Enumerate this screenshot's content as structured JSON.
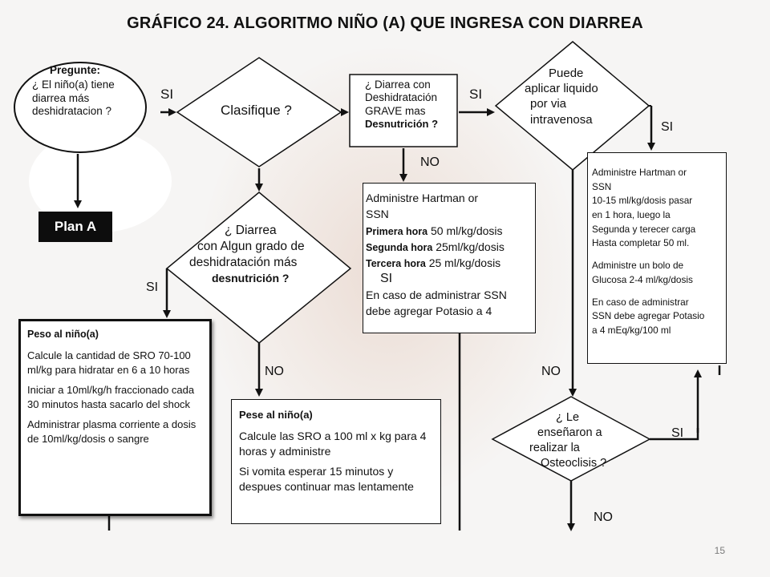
{
  "title": "GRÁFICO 24. ALGORITMO NIÑO (A) QUE INGRESA CON DIARREA",
  "start": {
    "heading": "Pregunte:",
    "lines": [
      "¿ El niño(a) tiene",
      "diarrea más",
      "deshidratacion ?"
    ]
  },
  "plan_a": "Plan A",
  "classify": "Clasifique ?",
  "grave": {
    "lines": [
      "¿ Diarrea con",
      "Deshidratación",
      "GRAVE mas"
    ],
    "bold_line": "Desnutrición ?"
  },
  "iv_question": {
    "lines": [
      "Puede",
      "aplicar liquido",
      "por via",
      "intravenosa"
    ]
  },
  "moderate": {
    "lines": [
      "¿ Diarrea",
      "con Algun grado de",
      "deshidratación  más"
    ],
    "bold_line": "desnutrición ?"
  },
  "hartman_doses": {
    "line1": "Administre Hartman or",
    "line2": "SSN",
    "doses": [
      {
        "label": "Primera hora",
        "value": "50 ml/kg/dosis"
      },
      {
        "label": "Segunda hora",
        "value": "25ml/kg/dosis"
      },
      {
        "label": "Tercera hora",
        "value": "25 ml/kg/dosis"
      }
    ],
    "overlay_si": "SI",
    "footer_lines": [
      "En caso de administrar SSN",
      "debe agregar Potasio a 4"
    ]
  },
  "hartman_iv": {
    "paragraphs": [
      [
        "Administre Hartman or",
        "SSN",
        "10-15  ml/kg/dosis pasar",
        "en 1 hora, luego la",
        "Segunda y terecer carga",
        "Hasta completar 50 ml."
      ],
      [
        "Administre un bolo de",
        "Glucosa 2-4 ml/kg/dosis"
      ],
      [
        "En caso de administrar",
        "SSN debe agregar Potasio",
        "a 4 mEq/kg/100 ml"
      ]
    ]
  },
  "shock_box": {
    "heading": "Peso al niño(a)",
    "paragraphs": [
      "Calcule la cantidad de SRO 70-100 ml/kg para hidratar en 6 a 10 horas",
      "Iniciar a 10ml/kg/h fraccionado cada 30 minutos hasta sacarlo del shock",
      "Administrar plasma corriente a dosis de 10ml/kg/dosis o sangre"
    ]
  },
  "oral_box": {
    "heading": "Pese al niño(a)",
    "paragraphs": [
      "Calcule las SRO a 100 ml x kg para 4 horas y administre",
      "Si vomita esperar 15 minutos y despues continuar mas lentamente"
    ]
  },
  "osteo_question": {
    "lines": [
      "¿ Le",
      "enseñaron  a",
      "realizar la",
      "Osteoclisis ?"
    ]
  },
  "connectors": {
    "si_start": "SI",
    "si_grave": "SI",
    "si_iv": "SI",
    "no_grave": "NO",
    "si_moderate": "SI",
    "no_moderate": "NO",
    "no_iv": "NO",
    "si_osteo": "SI",
    "no_osteo": "NO"
  },
  "page_number": "15",
  "colors": {
    "line": "#111111",
    "box_fill": "#ffffff",
    "plan_fill": "#0d0d0d",
    "background": "#f6f5f4"
  }
}
